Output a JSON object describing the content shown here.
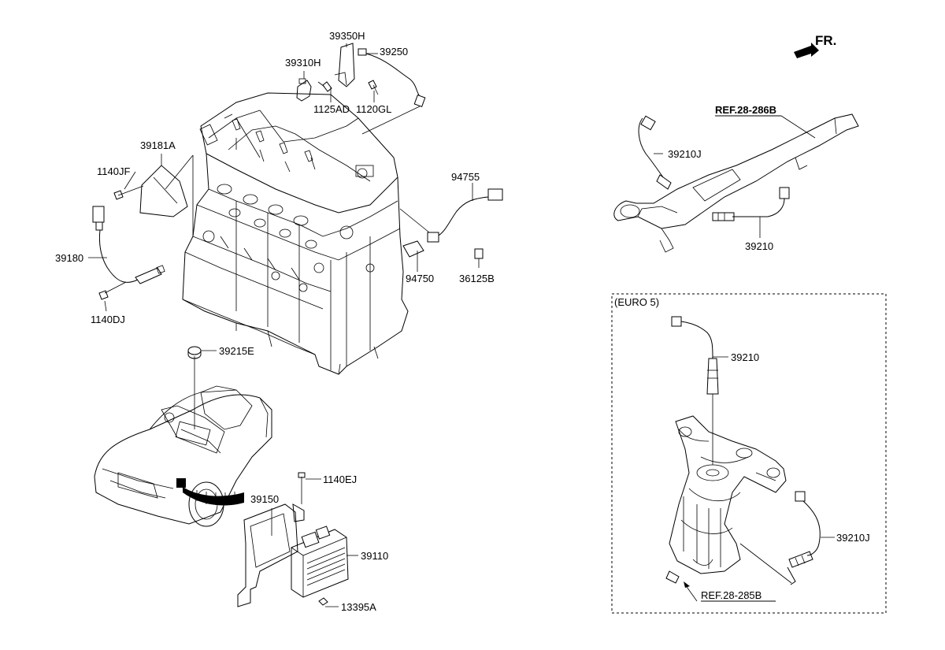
{
  "direction": {
    "label": "FR."
  },
  "euro_box": {
    "label": "(EURO 5)"
  },
  "callouts": {
    "c39350H": "39350H",
    "c39250": "39250",
    "c39310H": "39310H",
    "c1125AD": "1125AD",
    "c1120GL": "1120GL",
    "c39181A": "39181A",
    "c1140JF": "1140JF",
    "c39180": "39180",
    "c1140DJ": "1140DJ",
    "c94755": "94755",
    "c94750": "94750",
    "c36125B": "36125B",
    "c39215E": "39215E",
    "c1140EJ": "1140EJ",
    "c39150": "39150",
    "c39110": "39110",
    "c13395A": "13395A",
    "c39210J_top": "39210J",
    "c39210_top": "39210",
    "c39210_euro": "39210",
    "c39210J_euro": "39210J"
  },
  "references": {
    "ref_286B": "REF.28-286B",
    "ref_285B": "REF.28-285B"
  },
  "icons": [
    "front-direction-arrow-icon"
  ]
}
